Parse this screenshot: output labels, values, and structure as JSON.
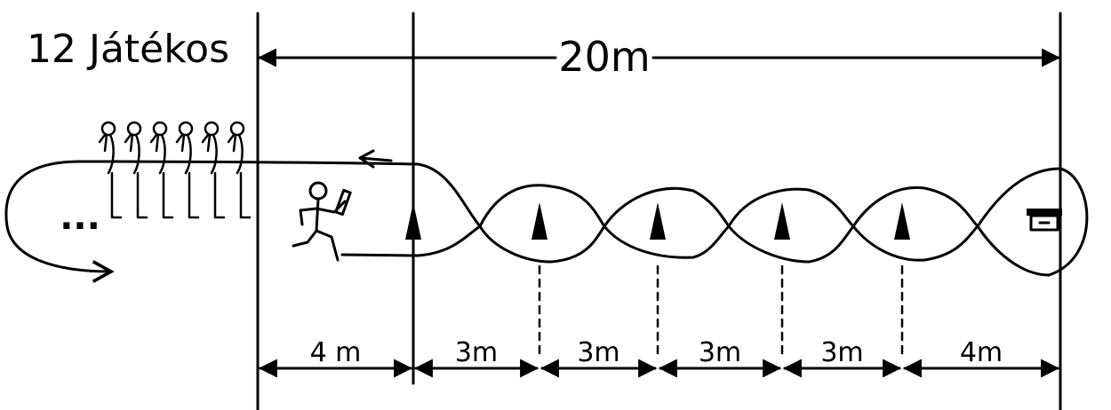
{
  "title": "12 Játékos",
  "total_length": "20m",
  "segments": [
    "4 m",
    "3m",
    "3m",
    "3m",
    "3m",
    "4m"
  ],
  "waiting_players_visible": 6,
  "ellipsis": "...",
  "cones": 5,
  "ink_color": "#000000",
  "background": "#ffffff"
}
